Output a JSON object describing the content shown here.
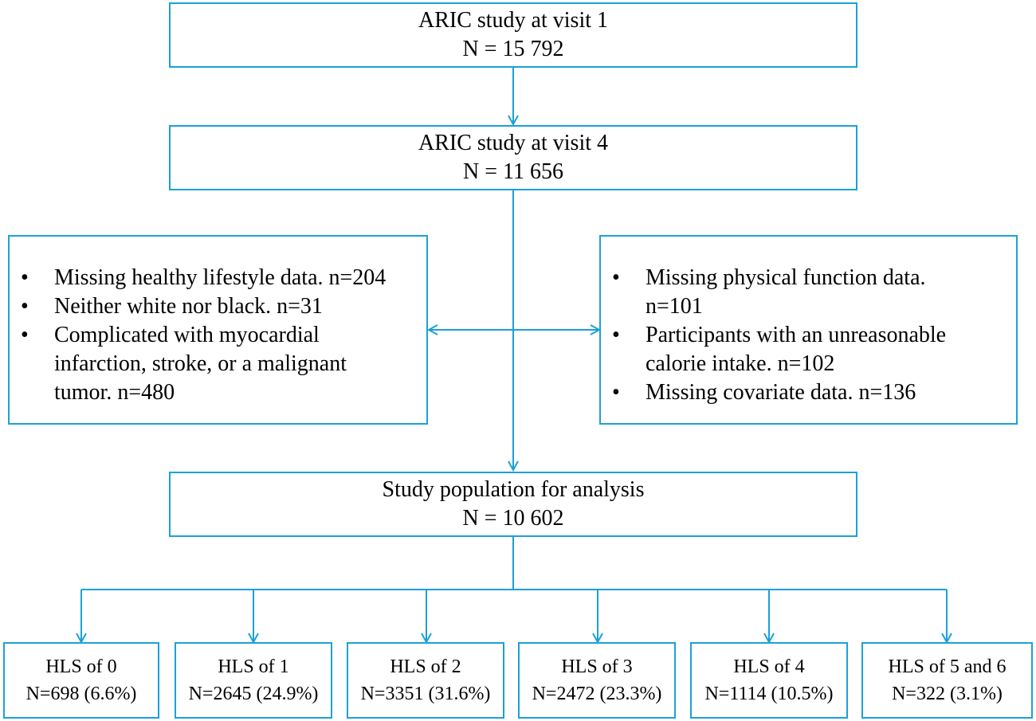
{
  "colors": {
    "line": "#1ba1d8",
    "text": "#000000",
    "background": "#ffffff"
  },
  "visit1": {
    "title": "ARIC study at visit 1",
    "n": "N = 15 792"
  },
  "visit4": {
    "title": "ARIC study at visit 4",
    "n": "N = 11 656"
  },
  "exclusions_left": {
    "items": [
      "Missing healthy lifestyle data. n=204",
      "Neither white nor black. n=31",
      "Complicated with myocardial infarction, stroke, or a malignant tumor. n=480"
    ]
  },
  "exclusions_right": {
    "items": [
      "Missing physical function data. n=101",
      "Participants with an unreasonable calorie intake. n=102",
      "Missing covariate data. n=136"
    ]
  },
  "analysis": {
    "title": "Study population for analysis",
    "n": "N = 10 602"
  },
  "hls_groups": [
    {
      "label": "HLS of 0",
      "n": "N=698 (6.6%)"
    },
    {
      "label": "HLS of 1",
      "n": "N=2645 (24.9%)"
    },
    {
      "label": "HLS of 2",
      "n": "N=3351 (31.6%)"
    },
    {
      "label": "HLS of 3",
      "n": "N=2472 (23.3%)"
    },
    {
      "label": "HLS of 4",
      "n": "N=1114 (10.5%)"
    },
    {
      "label": "HLS of 5 and 6",
      "n": "N=322 (3.1%)"
    }
  ]
}
